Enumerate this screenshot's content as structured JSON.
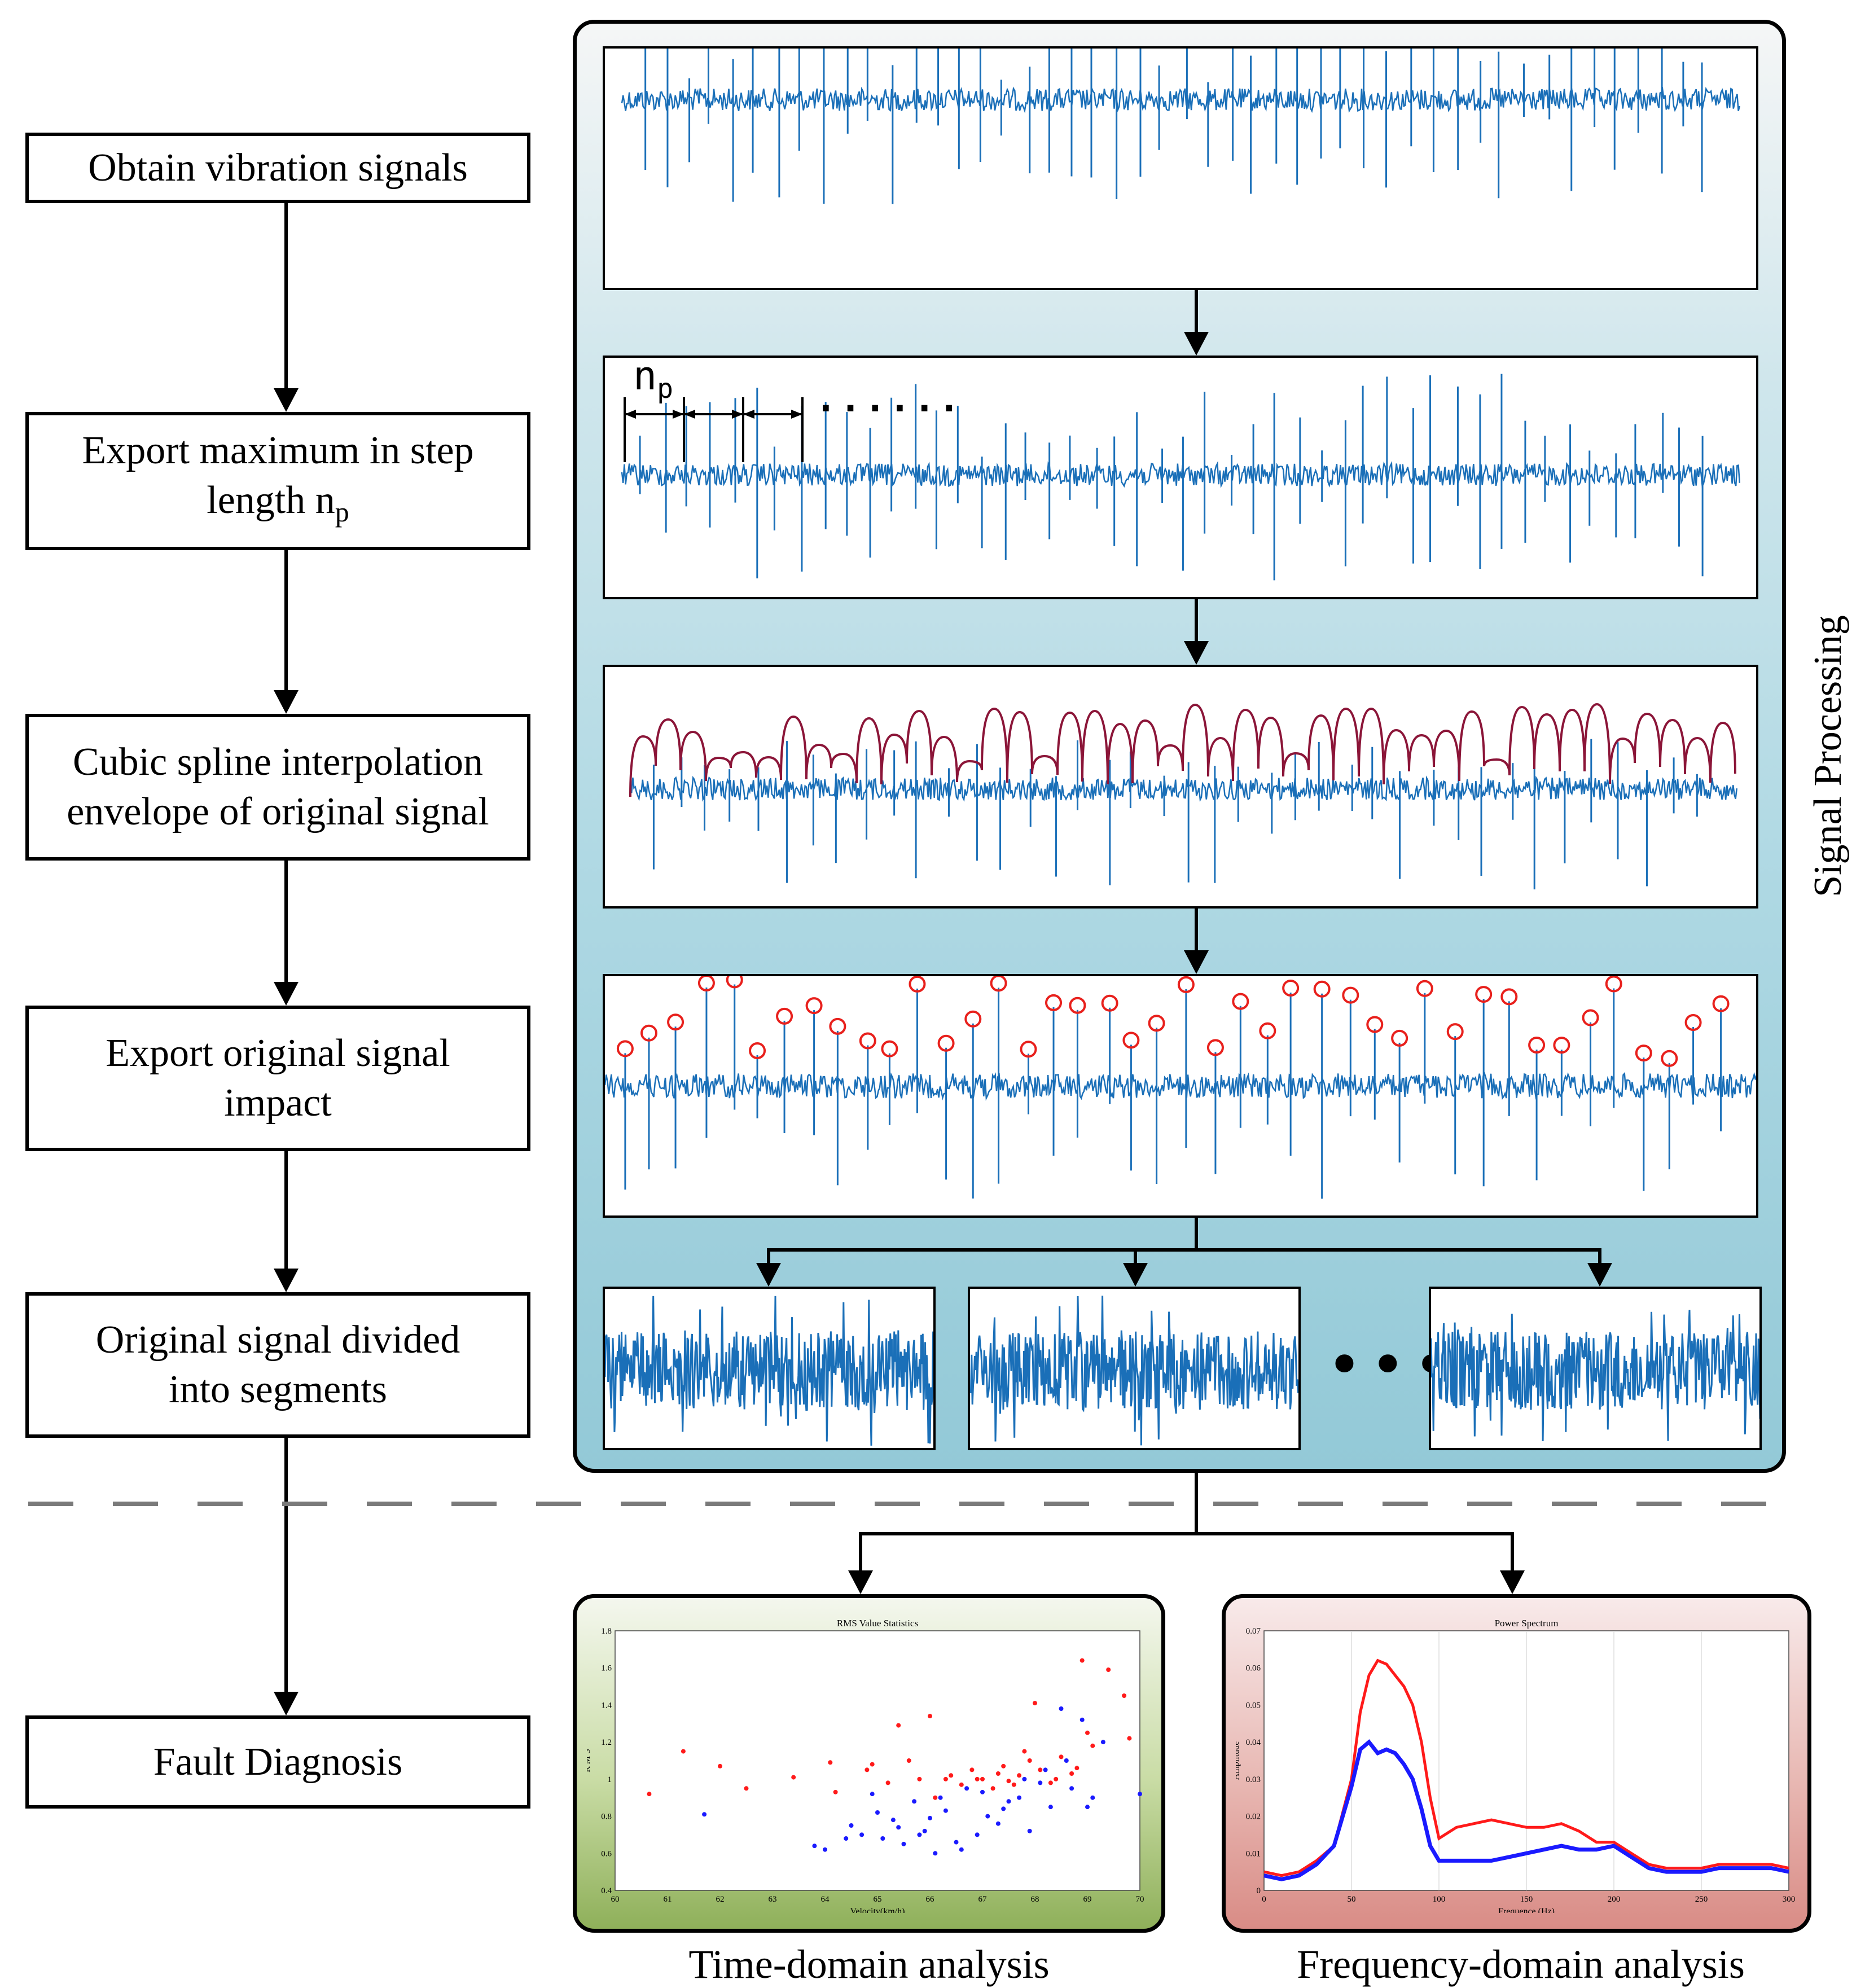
{
  "steps": {
    "s1": [
      "Obtain vibration signals"
    ],
    "s2": [
      "Export maximum in step",
      "length n",
      "p"
    ],
    "s3": [
      "Cubic spline interpolation",
      "envelope of original signal"
    ],
    "s4": [
      "Export original signal",
      "impact"
    ],
    "s5": [
      "Original signal divided",
      "into segments"
    ],
    "s6": [
      "Fault Diagnosis"
    ]
  },
  "labels": {
    "signal_processing": "Signal Processing",
    "np_main": "n",
    "np_sub": "p",
    "ellipsis": "•••",
    "step_dots": "· · · · · ·",
    "time_caption": "Time-domain analysis",
    "freq_caption": "Frequency-domain analysis"
  },
  "colors": {
    "signal": "#1a6fb8",
    "envelope": "#8b1538",
    "marker": "#e8201c",
    "red_series": "#ff1a1a",
    "blue_series": "#1a1aff",
    "time_panel_top": "#f4f7ee",
    "time_panel_bottom": "#8fb05a",
    "freq_panel_top": "#f8eaea",
    "freq_panel_bottom": "#d98c86"
  },
  "chart_data": [
    {
      "type": "scatter",
      "title": "RMS Value Statistics",
      "xlabel": "Velocity(km/h)",
      "ylabel": "R M S",
      "xlim": [
        60,
        70
      ],
      "ylim": [
        0.4,
        1.8
      ],
      "xticks": [
        "60",
        "61",
        "62",
        "63",
        "64",
        "65",
        "66",
        "67",
        "68",
        "69",
        "70"
      ],
      "yticks": [
        "0.4",
        "0.6",
        "0.8",
        "1",
        "1.2",
        "1.4",
        "1.6",
        "1.8"
      ],
      "series": [
        {
          "color": "#ff1a1a",
          "x": [
            60.65,
            61.3,
            62.0,
            62.5,
            63.4,
            64.1,
            64.2,
            64.8,
            65.2,
            65.4,
            65.8,
            66.0,
            66.1,
            66.4,
            66.6,
            66.8,
            67.0,
            67.2,
            67.4,
            67.5,
            67.7,
            67.9,
            68.0,
            68.1,
            68.3,
            68.5,
            68.7,
            68.9,
            69.1,
            69.4,
            69.7,
            69.8,
            64.9,
            65.6,
            66.9,
            67.3,
            67.8,
            68.4,
            68.8,
            69.0,
            66.3,
            67.6
          ],
          "y": [
            0.92,
            1.15,
            1.07,
            0.95,
            1.01,
            1.09,
            0.93,
            1.05,
            0.98,
            1.29,
            1.0,
            1.34,
            0.9,
            1.02,
            0.97,
            1.05,
            1.0,
            0.95,
            1.07,
            0.99,
            1.02,
            1.1,
            1.41,
            1.05,
            0.98,
            1.12,
            1.03,
            1.64,
            1.18,
            1.59,
            1.45,
            1.22,
            1.08,
            1.1,
            1.0,
            1.03,
            1.15,
            1.0,
            1.06,
            1.25,
            1.0,
            0.97
          ]
        },
        {
          "color": "#1a1aff",
          "x": [
            61.7,
            63.8,
            64.0,
            64.5,
            64.7,
            64.9,
            65.1,
            65.3,
            65.5,
            65.7,
            65.9,
            66.1,
            66.3,
            66.5,
            66.7,
            66.9,
            67.1,
            67.3,
            67.5,
            67.7,
            67.9,
            68.1,
            68.3,
            68.5,
            68.7,
            68.9,
            69.1,
            69.3,
            70.0,
            64.4,
            65.0,
            65.8,
            66.2,
            66.6,
            67.0,
            67.4,
            67.8,
            68.2,
            68.6,
            69.0,
            65.4,
            66.0
          ],
          "y": [
            0.81,
            0.64,
            0.62,
            0.75,
            0.7,
            0.92,
            0.68,
            0.78,
            0.65,
            0.88,
            0.72,
            0.6,
            0.83,
            0.66,
            0.95,
            0.7,
            0.8,
            0.76,
            0.88,
            0.9,
            0.72,
            0.98,
            0.85,
            1.38,
            0.95,
            1.32,
            0.9,
            1.2,
            0.92,
            0.68,
            0.82,
            0.7,
            0.9,
            0.62,
            0.93,
            0.84,
            1.0,
            1.05,
            1.1,
            0.85,
            0.74,
            0.79
          ]
        }
      ]
    },
    {
      "type": "line",
      "title": "Power Spectrum",
      "xlabel": "Frequence (Hz)",
      "ylabel": "Amplitude",
      "xlim": [
        0,
        300
      ],
      "ylim": [
        0,
        0.07
      ],
      "xticks": [
        "0",
        "50",
        "100",
        "150",
        "200",
        "250",
        "300"
      ],
      "yticks": [
        "0",
        "0.01",
        "0.02",
        "0.03",
        "0.04",
        "0.05",
        "0.06",
        "0.07"
      ],
      "x": [
        0,
        10,
        20,
        30,
        40,
        50,
        55,
        60,
        65,
        70,
        75,
        80,
        85,
        90,
        95,
        100,
        110,
        120,
        130,
        140,
        150,
        160,
        170,
        180,
        190,
        200,
        210,
        220,
        230,
        240,
        250,
        260,
        270,
        280,
        290,
        300
      ],
      "series": [
        {
          "color": "#ff1a1a",
          "values": [
            0.005,
            0.004,
            0.005,
            0.008,
            0.012,
            0.03,
            0.048,
            0.058,
            0.062,
            0.061,
            0.058,
            0.055,
            0.05,
            0.04,
            0.025,
            0.014,
            0.017,
            0.018,
            0.019,
            0.018,
            0.017,
            0.017,
            0.018,
            0.016,
            0.013,
            0.013,
            0.01,
            0.007,
            0.006,
            0.006,
            0.006,
            0.007,
            0.007,
            0.007,
            0.007,
            0.006
          ]
        },
        {
          "color": "#1a1aff",
          "values": [
            0.004,
            0.003,
            0.004,
            0.007,
            0.012,
            0.028,
            0.038,
            0.04,
            0.037,
            0.038,
            0.037,
            0.034,
            0.03,
            0.022,
            0.012,
            0.008,
            0.008,
            0.008,
            0.008,
            0.009,
            0.01,
            0.011,
            0.012,
            0.011,
            0.011,
            0.012,
            0.009,
            0.006,
            0.005,
            0.005,
            0.005,
            0.006,
            0.006,
            0.006,
            0.006,
            0.005
          ]
        }
      ]
    }
  ]
}
